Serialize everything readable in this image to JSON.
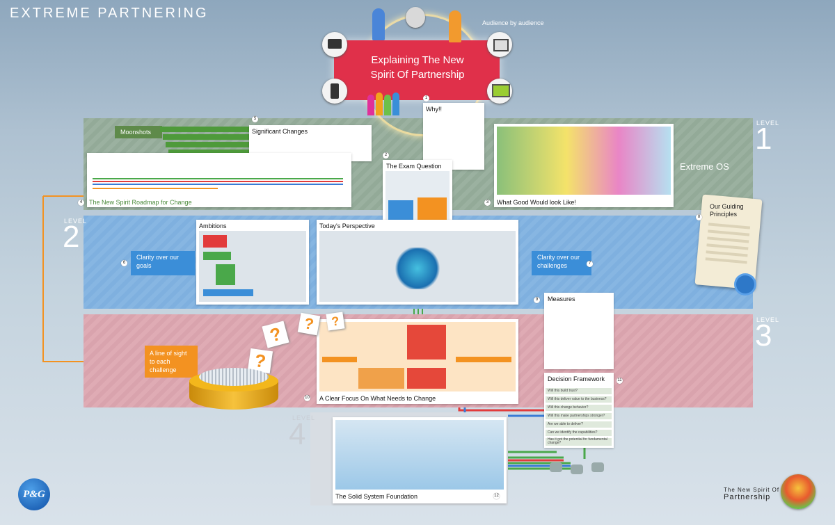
{
  "header": {
    "title": "EXTREME PARTNERING"
  },
  "hero": {
    "title": "Explaining The New Spirit Of Partnership",
    "audience_label": "Audience by audience"
  },
  "levels": [
    {
      "label": "LEVEL",
      "number": "1"
    },
    {
      "label": "LEVEL",
      "number": "2"
    },
    {
      "label": "LEVEL",
      "number": "3"
    },
    {
      "label": "LEVEL",
      "number": "4"
    }
  ],
  "band1": {
    "os_label": "Extreme OS"
  },
  "panels": {
    "why": {
      "num": "1",
      "title": "Why!!"
    },
    "exam": {
      "num": "2",
      "title": "The Exam Question"
    },
    "good": {
      "num": "3",
      "title": "What Good Would look Like!"
    },
    "roadmap": {
      "num": "4",
      "title": "The New Spirit Roadmap for Change"
    },
    "changes": {
      "num": "5",
      "title": "Significant Changes",
      "moonshots": "Moonshots"
    },
    "ambitions": {
      "title": "Ambitions"
    },
    "perspective": {
      "title": "Today's Perspective"
    },
    "goals": {
      "num": "6",
      "text": "Clarity over our goals"
    },
    "challenges": {
      "num": "7",
      "text": "Clarity over our challenges"
    },
    "principles": {
      "num": "8",
      "title": "Our Guiding Principles"
    },
    "measures": {
      "num": "9",
      "title": "Measures"
    },
    "focus": {
      "num": "10",
      "title": "A Clear Focus On What Needs to Change"
    },
    "decision": {
      "num": "11",
      "title": "Decision Framework",
      "questions": [
        "Will this build trust?",
        "Will this deliver value to the business?",
        "Will this change behavior?",
        "Will this make partnerships stronger?",
        "Are we able to deliver?",
        "Can we identify the capabilities?",
        "Has it got the potential for fundamental change?"
      ]
    },
    "foundation": {
      "num": "12",
      "title": "The Solid System Foundation"
    },
    "sight": {
      "text": "A line of sight to each challenge"
    }
  },
  "footer": {
    "brand": "P&G",
    "logo_line1": "The New Spirit Of",
    "logo_line2": "Partnership"
  },
  "colors": {
    "red_box": "#e0304a",
    "orange": "#f39221",
    "blue_box": "#3b8ed8",
    "green_box": "#5e9a4a",
    "band1": "#93aa98",
    "band2": "#7fb0df",
    "band3": "#d9a3ad"
  }
}
